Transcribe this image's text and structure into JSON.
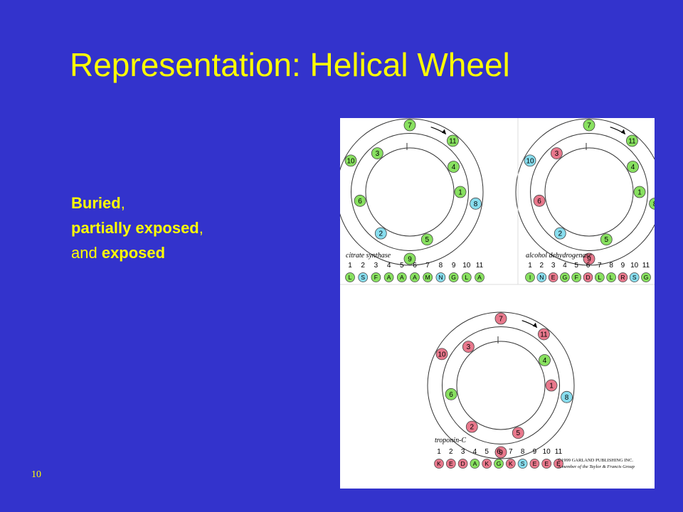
{
  "slide": {
    "title": "Representation: Helical Wheel",
    "bullets": [
      {
        "bold": "Buried",
        "rest": ","
      },
      {
        "bold": "partially exposed",
        "rest": ","
      },
      {
        "pre": "and ",
        "bold": "exposed"
      }
    ],
    "page_number": "10"
  },
  "colors": {
    "background": "#3333cc",
    "text": "#ffff00",
    "buried": "#e8788c",
    "partially_exposed": "#88e060",
    "exposed": "#88ddee"
  },
  "figure": {
    "wheels": [
      {
        "name": "citrate synthase",
        "residue_numbers": [
          "1",
          "2",
          "3",
          "4",
          "5",
          "6",
          "7",
          "8",
          "9",
          "10",
          "11"
        ],
        "sequence": [
          "L",
          "S",
          "F",
          "A",
          "A",
          "A",
          "M",
          "N",
          "G",
          "L",
          "A"
        ],
        "classes": [
          "partially_exposed",
          "exposed",
          "partially_exposed",
          "partially_exposed",
          "partially_exposed",
          "partially_exposed",
          "partially_exposed",
          "exposed",
          "partially_exposed",
          "partially_exposed",
          "partially_exposed"
        ]
      },
      {
        "name": "alcohol dehydrogenase",
        "residue_numbers": [
          "1",
          "2",
          "3",
          "4",
          "5",
          "6",
          "7",
          "8",
          "9",
          "10",
          "11"
        ],
        "sequence": [
          "I",
          "N",
          "E",
          "G",
          "F",
          "D",
          "L",
          "L",
          "R",
          "S",
          "G"
        ],
        "classes": [
          "partially_exposed",
          "exposed",
          "buried",
          "partially_exposed",
          "partially_exposed",
          "buried",
          "partially_exposed",
          "partially_exposed",
          "buried",
          "exposed",
          "partially_exposed"
        ]
      },
      {
        "name": "troponin-C",
        "residue_numbers": [
          "1",
          "2",
          "3",
          "4",
          "5",
          "6",
          "7",
          "8",
          "9",
          "10",
          "11"
        ],
        "sequence": [
          "K",
          "E",
          "D",
          "A",
          "K",
          "G",
          "K",
          "S",
          "E",
          "E",
          "E"
        ],
        "classes": [
          "buried",
          "buried",
          "buried",
          "partially_exposed",
          "buried",
          "partially_exposed",
          "buried",
          "exposed",
          "buried",
          "buried",
          "buried"
        ]
      }
    ],
    "copyright": "©1999 GARLAND PUBLISHING INC.",
    "copyright_sub": "A member of the Taylor & Francis Group"
  }
}
